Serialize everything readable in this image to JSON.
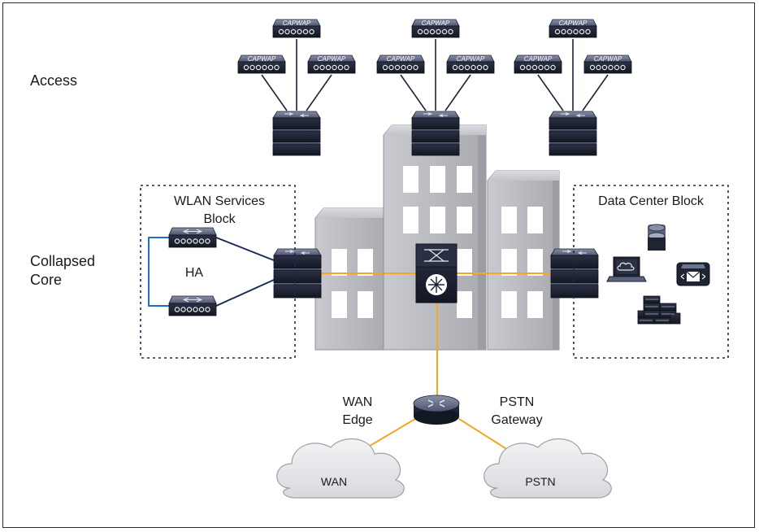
{
  "labels": {
    "access": "Access",
    "collapsed_core_line1": "Collapsed",
    "collapsed_core_line2": "Core",
    "wlan_block_line1": "WLAN Services",
    "wlan_block_line2": "Block",
    "ha": "HA",
    "data_center_block": "Data Center Block",
    "wan_edge_line1": "WAN",
    "wan_edge_line2": "Edge",
    "pstn_gateway_line1": "PSTN",
    "pstn_gateway_line2": "Gateway",
    "wan_cloud": "WAN",
    "pstn_cloud": "PSTN"
  },
  "access_point_label": "CAPWAP",
  "colors": {
    "device_dark": "#1f2433",
    "device_top": "#6f7690",
    "uplink_orange": "#f5a623",
    "ha_blue": "#1f6fc4",
    "wlan_line": "#1b2a55",
    "building_gray": "#b7b8bd",
    "dashed_border": "#1b2a55"
  }
}
